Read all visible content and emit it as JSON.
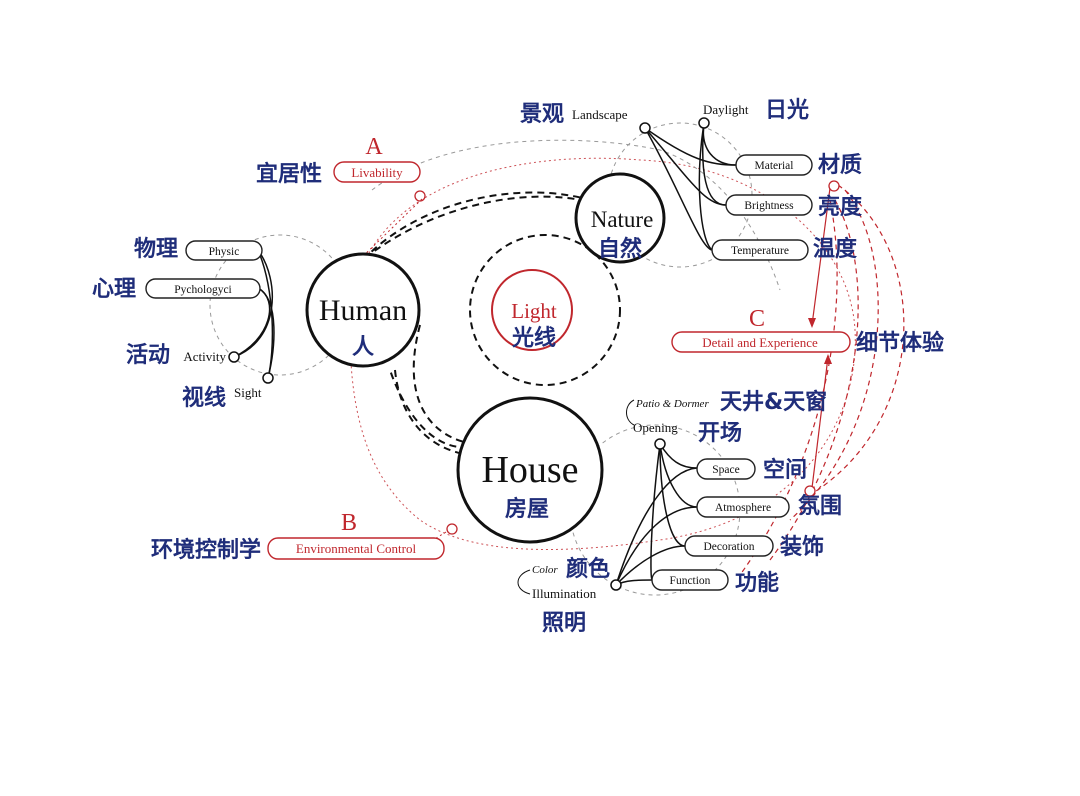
{
  "core": {
    "human": {
      "en": "Human",
      "cn": "人"
    },
    "nature": {
      "en": "Nature",
      "cn": "自然"
    },
    "light": {
      "en": "Light",
      "cn": "光线"
    },
    "house": {
      "en": "House",
      "cn": "房屋"
    }
  },
  "categories": {
    "a": {
      "letter": "A",
      "en": "Livability",
      "cn": "宜居性"
    },
    "b": {
      "letter": "B",
      "en": "Environmental Control",
      "cn": "环境控制学"
    },
    "c": {
      "letter": "C",
      "en": "Detail and Experience",
      "cn": "细节体验"
    }
  },
  "human_items": [
    {
      "en": "Physic",
      "cn": "物理"
    },
    {
      "en": "Pychologyci",
      "cn": "心理"
    },
    {
      "en": "Activity",
      "cn": "活动"
    },
    {
      "en": "Sight",
      "cn": "视线"
    }
  ],
  "nature_items": {
    "landscape": {
      "en": "Landscape",
      "cn": "景观"
    },
    "daylight": {
      "en": "Daylight",
      "cn": "日光"
    },
    "material": {
      "en": "Material",
      "cn": "材质"
    },
    "brightness": {
      "en": "Brightness",
      "cn": "亮度"
    },
    "temperature": {
      "en": "Temperature",
      "cn": "温度"
    }
  },
  "house_items": {
    "patio": {
      "en": "Patio & Dormer",
      "cn": "天井&天窗"
    },
    "opening": {
      "en": "Opening",
      "cn": "开场"
    },
    "space": {
      "en": "Space",
      "cn": "空间"
    },
    "atmosphere": {
      "en": "Atmosphere",
      "cn": "氛围"
    },
    "decoration": {
      "en": "Decoration",
      "cn": "装饰"
    },
    "function": {
      "en": "Function",
      "cn": "功能"
    },
    "color": {
      "en": "Color",
      "cn": "颜色"
    },
    "illumination": {
      "en": "Illumination",
      "cn": "照明"
    }
  },
  "colors": {
    "accent": "#c0272d",
    "label": "#1f2d7a",
    "line": "#111111"
  }
}
